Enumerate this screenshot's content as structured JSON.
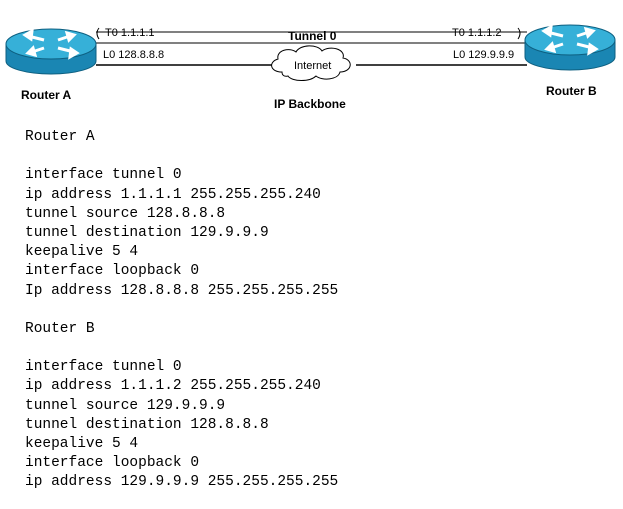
{
  "diagram": {
    "router_a": {
      "label": "Router A",
      "tunnel_iface": "T0 1.1.1.1",
      "loopback_iface": "L0 128.8.8.8"
    },
    "router_b": {
      "label": "Router B",
      "tunnel_iface": "T0 1.1.1.2",
      "loopback_iface": "L0 129.9.9.9"
    },
    "tunnel_label": "Tunnel 0",
    "cloud_label": "Internet",
    "backbone_label": "IP Backbone",
    "colors": {
      "router_body": "#1a86b3",
      "router_top": "#36b0d8",
      "link": "#000000",
      "cloud": "#ffffff"
    }
  },
  "config": {
    "router_a": {
      "title": "Router A",
      "lines": [
        "interface tunnel 0",
        "ip address 1.1.1.1 255.255.255.240",
        "tunnel source 128.8.8.8",
        "tunnel destination 129.9.9.9",
        "keepalive 5 4",
        "interface loopback 0",
        "Ip address 128.8.8.8 255.255.255.255"
      ]
    },
    "router_b": {
      "title": "Router B",
      "lines": [
        "interface tunnel 0",
        "ip address 1.1.1.2 255.255.255.240",
        "tunnel source 129.9.9.9",
        "tunnel destination 128.8.8.8",
        "keepalive 5 4",
        "interface loopback 0",
        "ip address 129.9.9.9 255.255.255.255"
      ]
    }
  }
}
